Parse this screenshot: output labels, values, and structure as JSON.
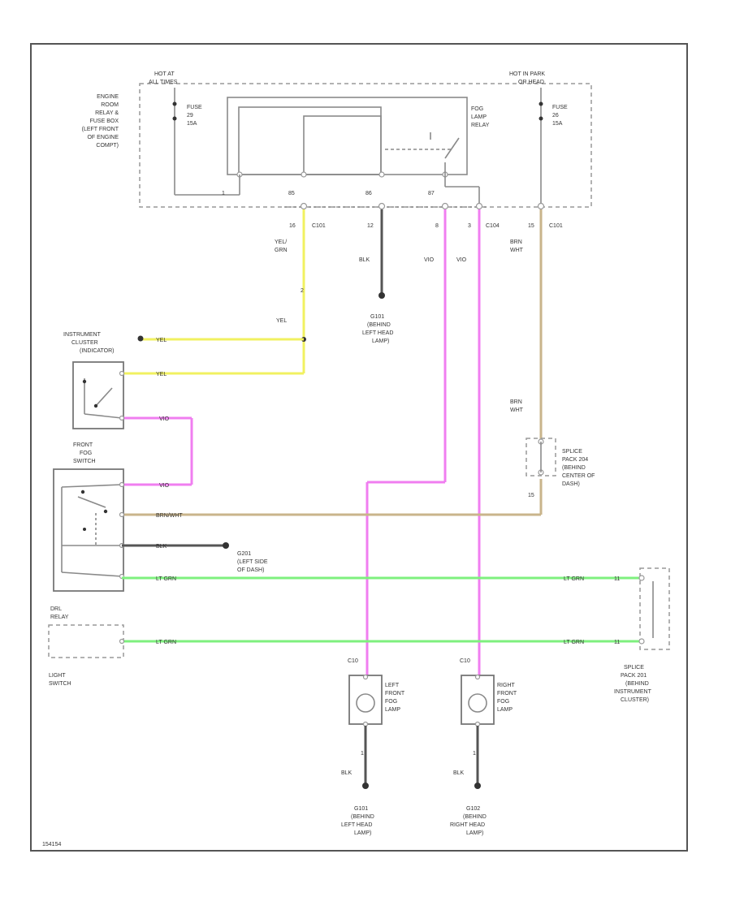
{
  "diagram": {
    "fuse_box_label": [
      "ENGINE",
      "ROOM",
      "RELAY &",
      "FUSE BOX",
      "(LEFT FRONT",
      "OF ENGINE",
      "COMPT)"
    ],
    "hot_left": [
      "HOT AT",
      "ALL TIMES"
    ],
    "hot_right": [
      "HOT IN PARK",
      "OR HEAD"
    ],
    "fuse_left": [
      "FUSE",
      "29",
      "15A"
    ],
    "fuse_right": [
      "FUSE",
      "26",
      "15A"
    ],
    "relay_label": [
      "FOG",
      "LAMP",
      "RELAY"
    ],
    "pin_top": [
      "85",
      "86",
      "87"
    ],
    "connector_c101": "C101",
    "connector_c104": "C104",
    "wire_yel_grn": [
      "YEL/",
      "GRN"
    ],
    "wire_blk": "BLK",
    "wire_vio": "VIO",
    "wire_brn_wht": [
      "BRN",
      "WHT"
    ],
    "ground_g101": [
      "G101",
      "(BEHIND",
      "LEFT HEAD",
      "LAMP)"
    ],
    "instrument_cluster": [
      "INSTRUMENT",
      "CLUSTER",
      "(INDICATOR)"
    ],
    "wire_yel": "YEL",
    "front_fog_switch": [
      "FRONT",
      "FOG",
      "SWITCH"
    ],
    "splice_204": [
      "SPLICE",
      "PACK 204",
      "(BEHIND",
      "CENTER OF",
      "DASH)"
    ],
    "wire_brn_wht_long": "BRN/WHT",
    "ground_g201": [
      "G201",
      "(LEFT SIDE",
      "OF DASH)"
    ],
    "wire_lt_grn": "LT GRN",
    "drl_relay": [
      "DRL",
      "RELAY"
    ],
    "light_switch": [
      "LIGHT",
      "SWITCH"
    ],
    "splice_201": [
      "SPLICE",
      "PACK 201",
      "(BEHIND",
      "INSTRUMENT",
      "CLUSTER)"
    ],
    "left_fog_lamp": [
      "LEFT",
      "FRONT",
      "FOG",
      "LAMP"
    ],
    "right_fog_lamp": [
      "RIGHT",
      "FRONT",
      "FOG",
      "LAMP"
    ],
    "conn_c10": "C10",
    "pin_1": "1",
    "pin_2": "2",
    "ground_g101_bottom": [
      "G101",
      "(BEHIND",
      "LEFT HEAD",
      "LAMP)"
    ],
    "ground_g102": [
      "G102",
      "(BEHIND",
      "RIGHT HEAD",
      "LAMP)"
    ],
    "footer_code": "154154"
  }
}
